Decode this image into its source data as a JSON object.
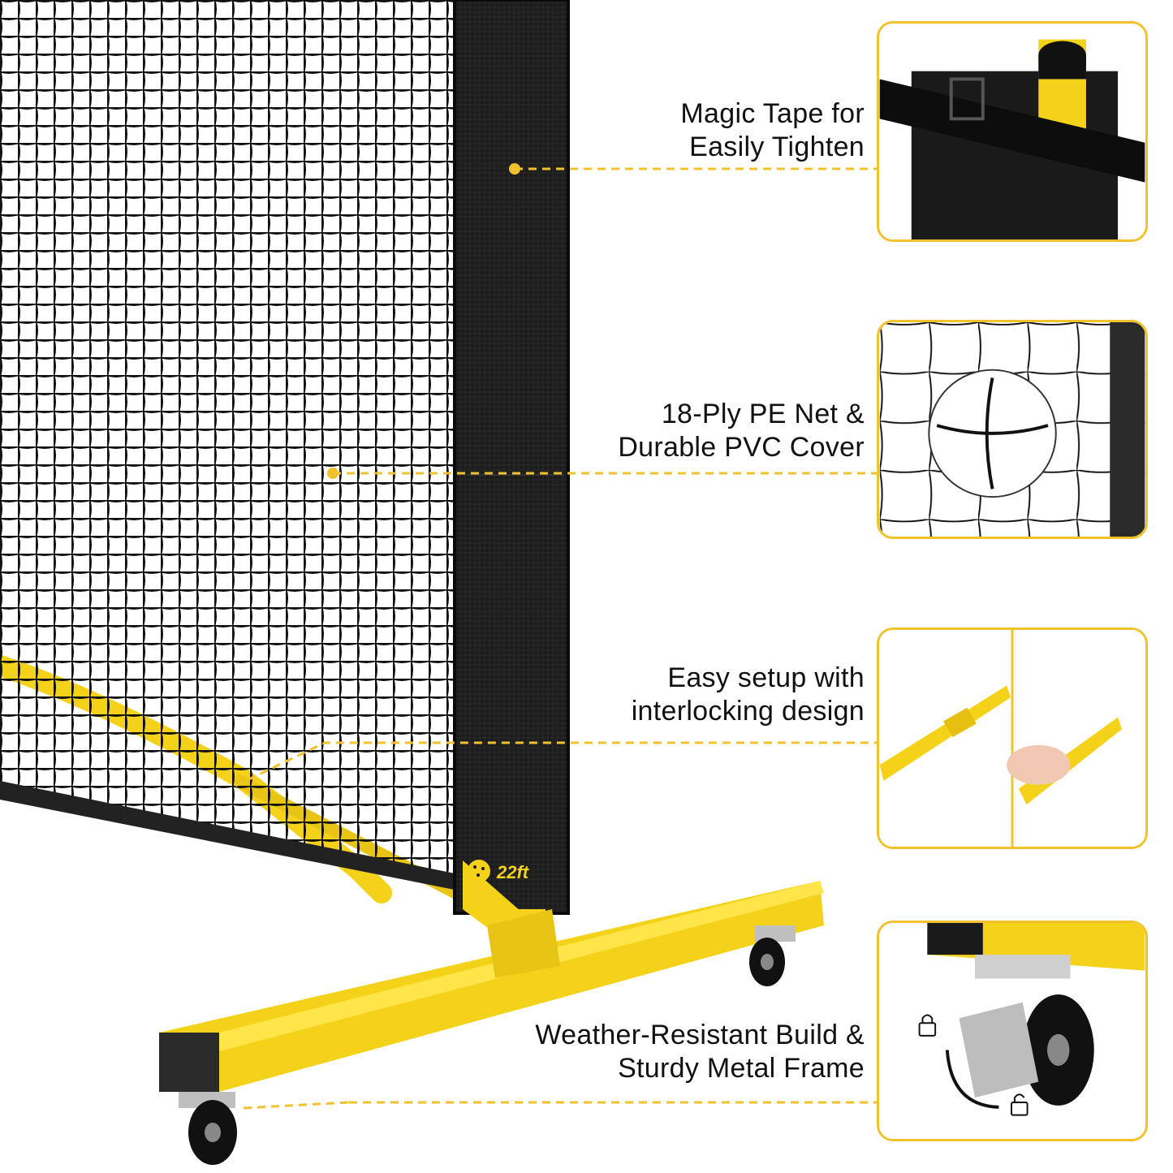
{
  "features": [
    {
      "id": "magic-tape",
      "lines": [
        "Magic Tape for",
        "Easily Tighten"
      ]
    },
    {
      "id": "pe-net",
      "lines": [
        "18-Ply PE Net &",
        "Durable PVC Cover"
      ]
    },
    {
      "id": "setup",
      "lines": [
        "Easy setup with",
        "interlocking design"
      ]
    },
    {
      "id": "frame",
      "lines": [
        "Weather-Resistant Build &",
        "Sturdy Metal Frame"
      ]
    }
  ],
  "product": {
    "size_badge": "22ft"
  },
  "icons": [
    "lock-icon",
    "unlock-icon",
    "pickleball-icon",
    "rotate-arrow-icon"
  ],
  "colors": {
    "accent": "#f2c12e",
    "frame_yellow": "#f5d21a",
    "net_black": "#111111"
  }
}
